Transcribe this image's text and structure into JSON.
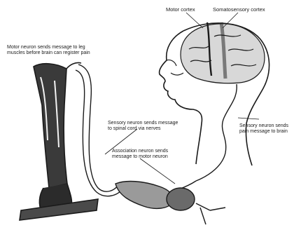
{
  "labels": {
    "motor_cortex": "Motor cortex",
    "somatosensory_cortex": "Somatosensory cortex",
    "motor_neuron": [
      "Motor neuron sends message to leg",
      "muscles before brain can register pain"
    ],
    "sensory_neuron_spinal": [
      "Sensory neuron sends message",
      "to spinal cord via nerves"
    ],
    "sensory_neuron_brain": [
      "Sensory neuron sends",
      "pain message to brain"
    ],
    "association_neuron": [
      "Association neuron sends",
      "message to motor neuron"
    ]
  },
  "colors": {
    "ink": "#1a1a1a",
    "paper": "#ffffff",
    "shade": "#2b2b2b"
  }
}
